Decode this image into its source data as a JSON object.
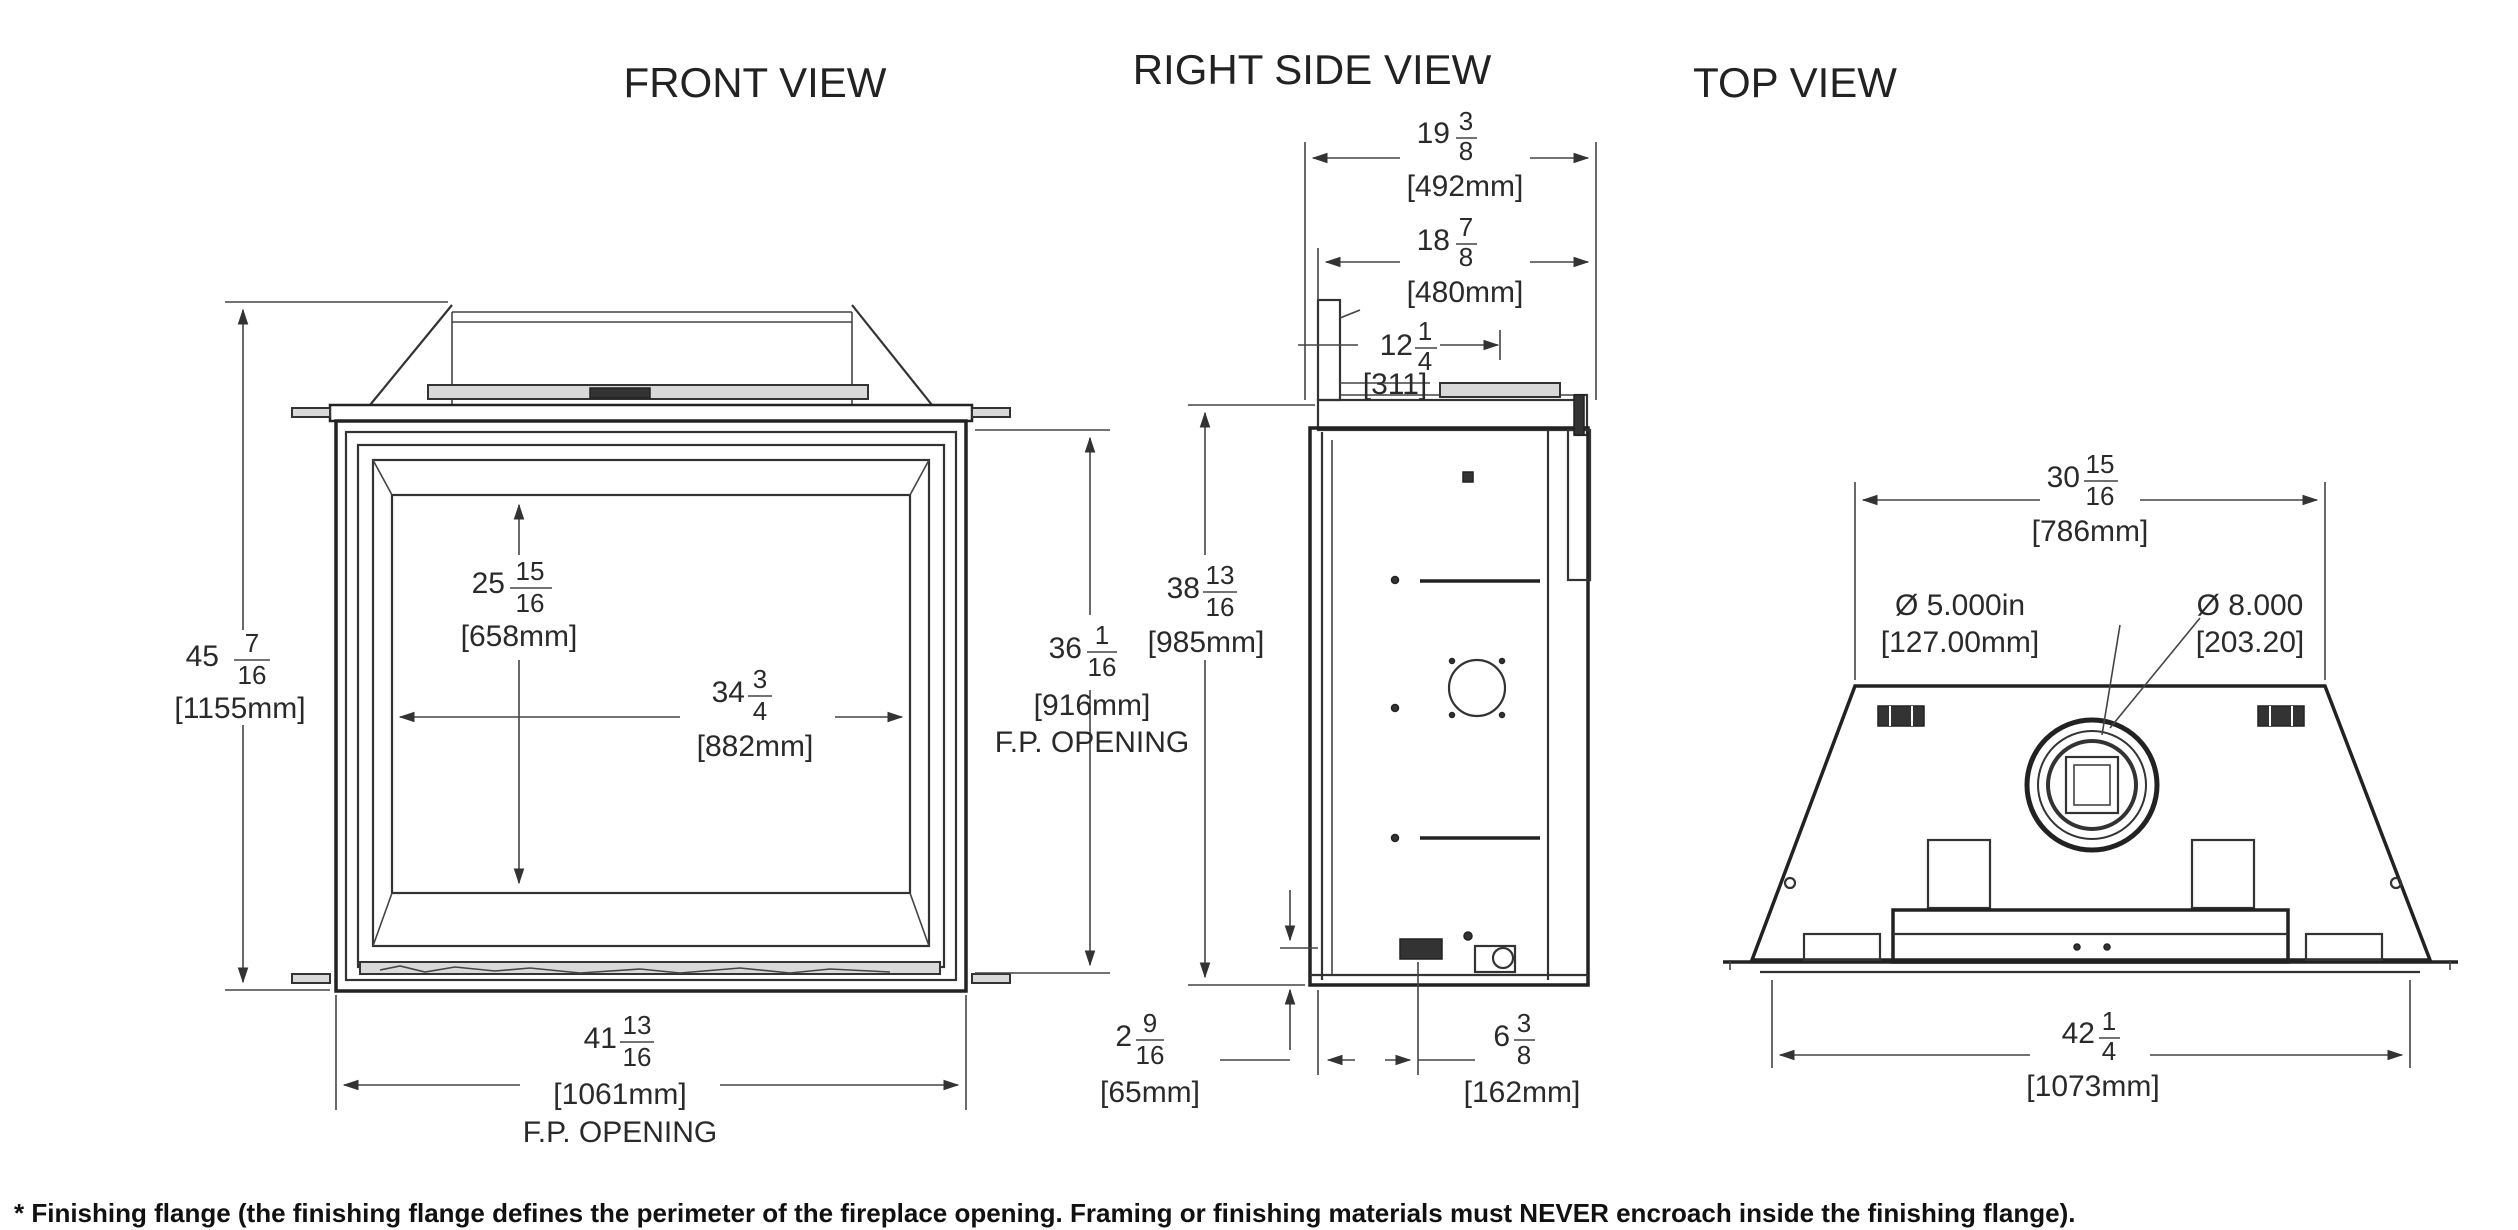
{
  "views": {
    "front": "FRONT VIEW",
    "right": "RIGHT SIDE VIEW",
    "top": "TOP VIEW"
  },
  "front_dims": {
    "height_total": {
      "whole": "45",
      "num": "7",
      "den": "16",
      "mm": "[1155mm]"
    },
    "opening_height": {
      "whole": "25",
      "num": "15",
      "den": "16",
      "mm": "[658mm]"
    },
    "opening_width": {
      "whole": "34",
      "num": "3",
      "den": "4",
      "mm": "[882mm]"
    },
    "fp_height": {
      "whole": "36",
      "num": "1",
      "den": "16",
      "mm": "[916mm]",
      "note": "F.P. OPENING"
    },
    "fp_width": {
      "whole": "41",
      "num": "13",
      "den": "16",
      "mm": "[1061mm]",
      "note": "F.P. OPENING"
    }
  },
  "side_dims": {
    "depth_total": {
      "whole": "19",
      "num": "3",
      "den": "8",
      "mm": "[492mm]"
    },
    "depth_body": {
      "whole": "18",
      "num": "7",
      "den": "8",
      "mm": "[480mm]"
    },
    "vent_offset": {
      "whole": "12",
      "num": "1",
      "den": "4",
      "mm": "[311]"
    },
    "height": {
      "whole": "38",
      "num": "13",
      "den": "16",
      "mm": "[985mm]"
    },
    "base_height": {
      "whole": "2",
      "num": "9",
      "den": "16",
      "mm": "[65mm]"
    },
    "gas_offset": {
      "whole": "6",
      "num": "3",
      "den": "8",
      "mm": "[162mm]"
    }
  },
  "top_dims": {
    "back_width": {
      "whole": "30",
      "num": "15",
      "den": "16",
      "mm": "[786mm]"
    },
    "inner_dia": {
      "label": "Ø 5.000in",
      "mm": "[127.00mm]"
    },
    "outer_dia": {
      "label": "Ø 8.000",
      "mm": "[203.20]"
    },
    "front_width": {
      "whole": "42",
      "num": "1",
      "den": "4",
      "mm": "[1073mm]"
    }
  },
  "footnote": "* Finishing flange (the finishing flange defines the perimeter of the fireplace opening. Framing or finishing materials must NEVER encroach inside the finishing flange)."
}
